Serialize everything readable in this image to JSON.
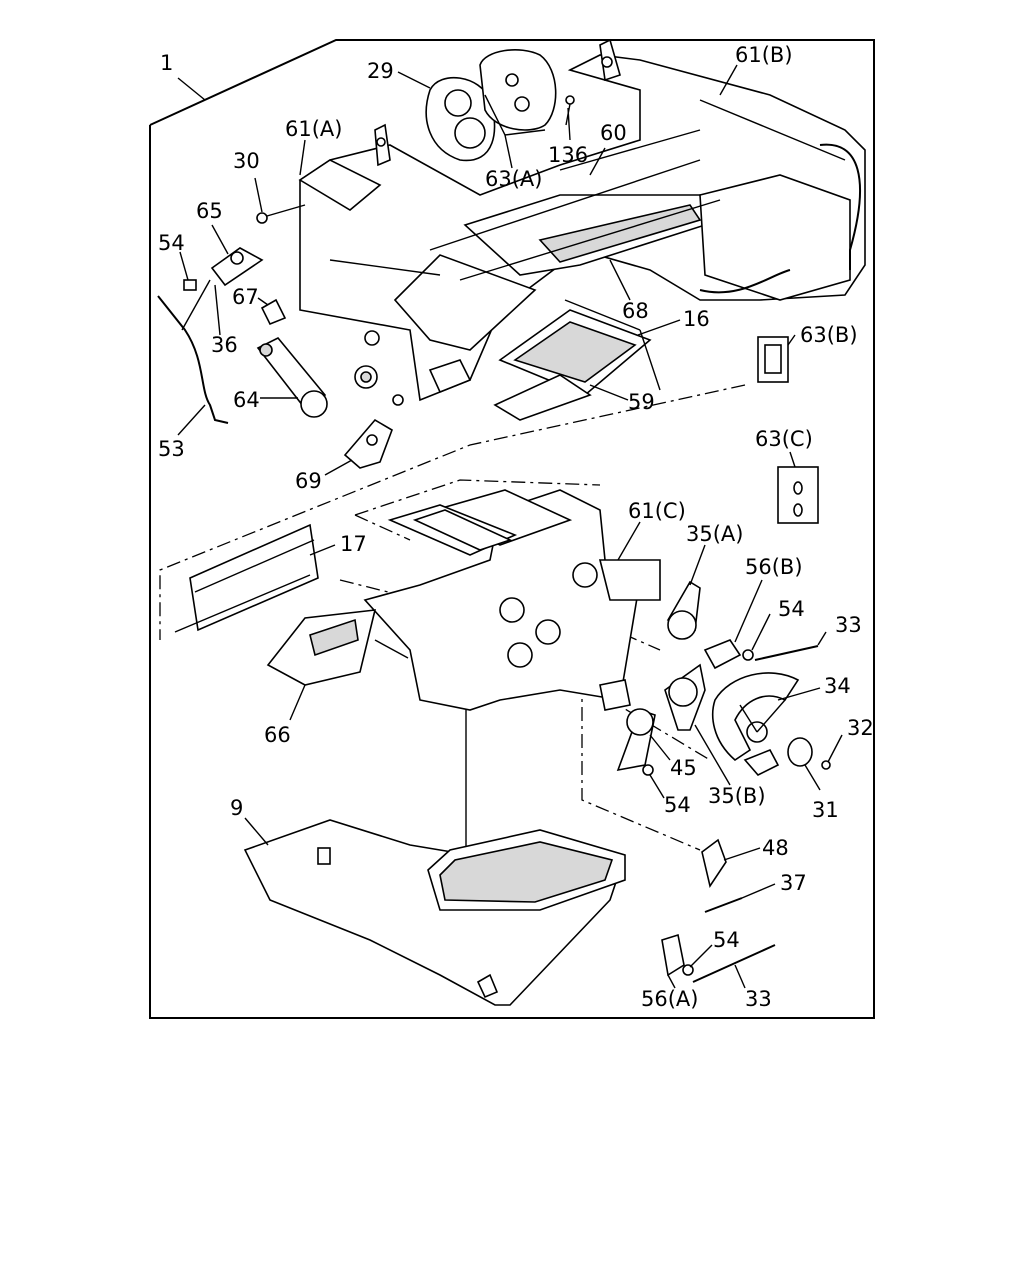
{
  "diagram": {
    "assembly_label": "1",
    "callouts": [
      "29",
      "61(B)",
      "61(A)",
      "136",
      "30",
      "60",
      "63(A)",
      "65",
      "54",
      "67",
      "68",
      "16",
      "36",
      "63(B)",
      "64",
      "59",
      "53",
      "69",
      "63(C)",
      "61(C)",
      "17",
      "35(A)",
      "56(B)",
      "54",
      "33",
      "34",
      "32",
      "66",
      "45",
      "54",
      "35(B)",
      "31",
      "9",
      "48",
      "37",
      "54",
      "56(A)",
      "33"
    ]
  }
}
